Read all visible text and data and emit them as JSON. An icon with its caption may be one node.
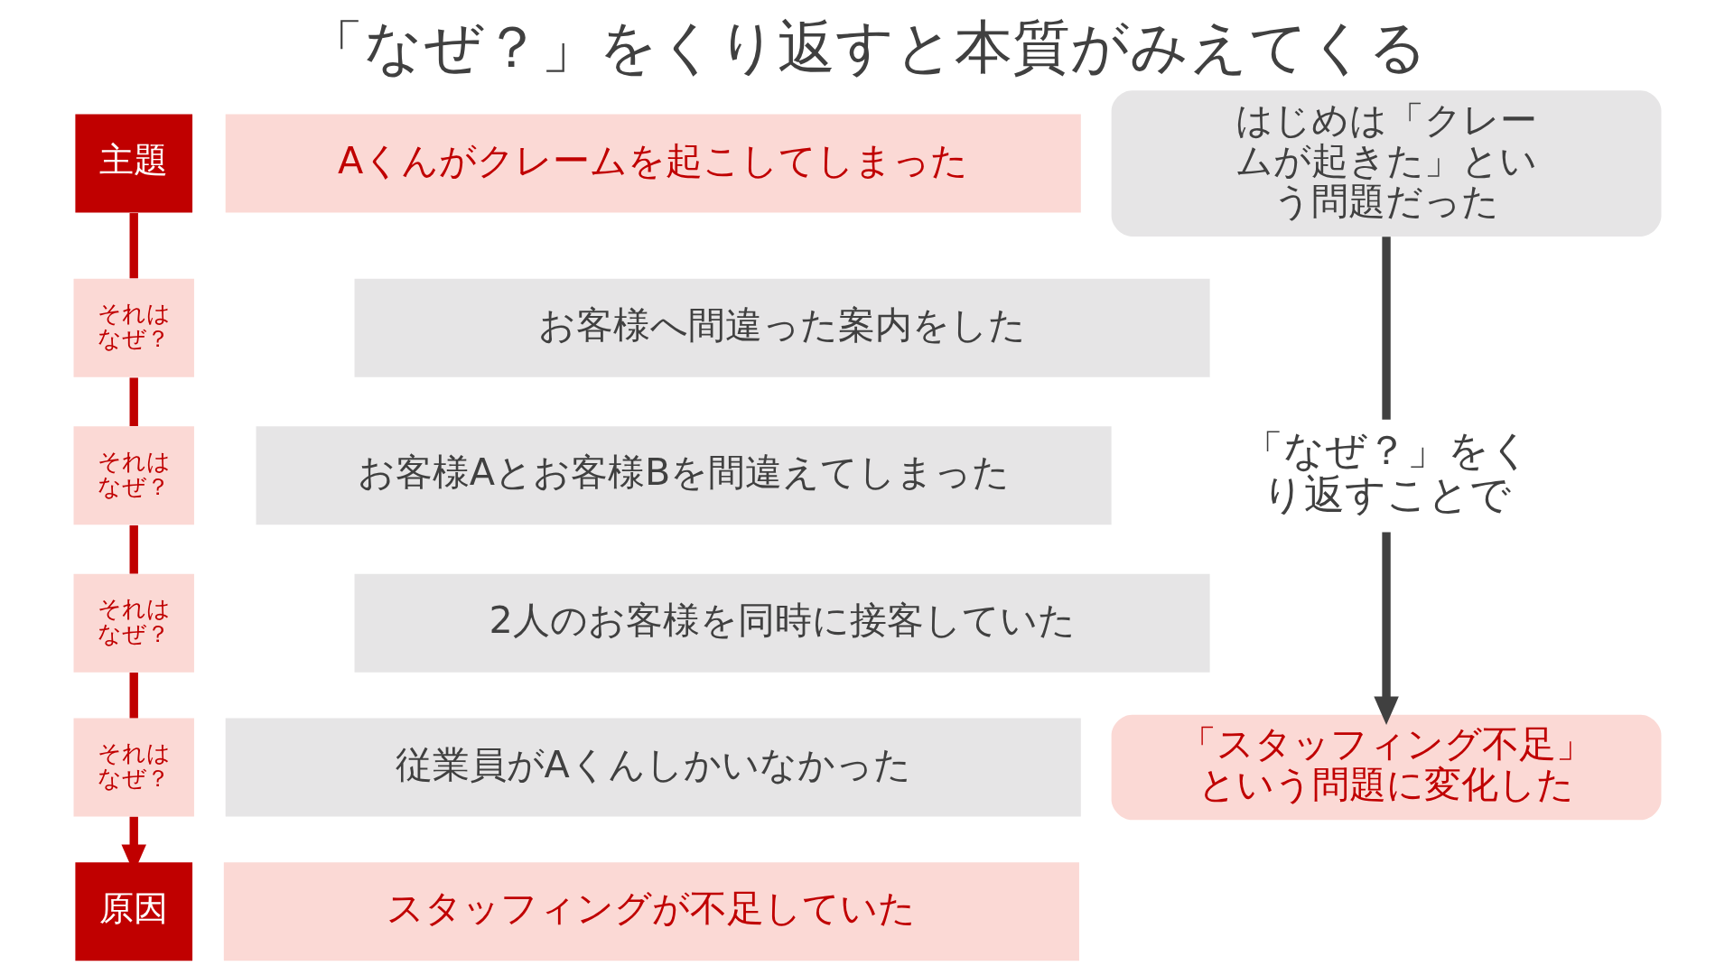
{
  "diagram": {
    "title": "「なぜ？」をくり返すと本質がみえてくる",
    "nodes": [
      {
        "text": [
          "主題"
        ]
      },
      {
        "text": [
          "Aくんがクレームを起こしてしまった"
        ]
      },
      {
        "text": [
          "それはなぜ？"
        ]
      },
      {
        "text": [
          "お客様へ間違った案内をした"
        ]
      },
      {
        "text": [
          "それはなぜ？"
        ]
      },
      {
        "text": [
          "お客様Aとお客様Bを間違えてしまった"
        ]
      },
      {
        "text": [
          "それはなぜ？"
        ]
      },
      {
        "text": [
          "2人のお客様を同時に接客していた"
        ]
      },
      {
        "text": [
          "それはなぜ？"
        ]
      },
      {
        "text": [
          "従業員がAくんしかいなかった"
        ]
      },
      {
        "text": [
          "原因"
        ]
      },
      {
        "text": [
          "スタッフィングが不足していた"
        ]
      },
      {
        "text": [
          "はじめは「クレームが起きた」という問題だった"
        ]
      },
      {
        "text": [
          "「なぜ？」をくり返すことで"
        ]
      },
      {
        "text": [
          "「スタッフィング不足」という問題に変化した"
        ]
      }
    ],
    "edges": [
      {
        "from": 0,
        "to": 2,
        "arrow": "none"
      },
      {
        "from": 2,
        "to": 4,
        "arrow": "none"
      },
      {
        "from": 4,
        "to": 6,
        "arrow": "none"
      },
      {
        "from": 6,
        "to": 8,
        "arrow": "none"
      },
      {
        "from": 8,
        "to": 10,
        "arrow": "to"
      },
      {
        "from": 12,
        "to": 13,
        "arrow": "none",
        "color": "#404040"
      },
      {
        "from": 13,
        "to": 14,
        "arrow": "to",
        "color": "#404040"
      }
    ]
  }
}
